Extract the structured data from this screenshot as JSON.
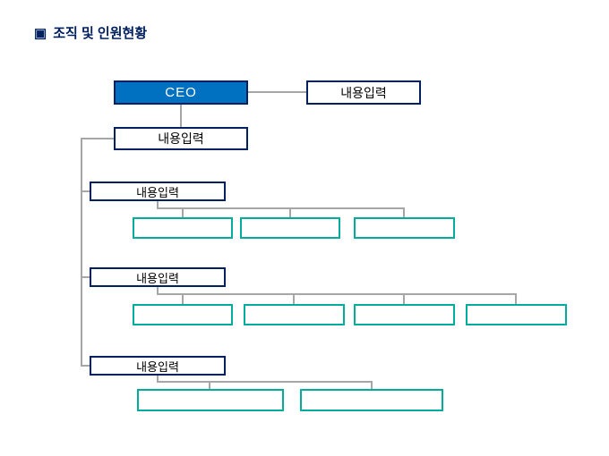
{
  "title": {
    "bullet": "▣",
    "text": "조직 및 인원현황"
  },
  "colors": {
    "navy": "#002060",
    "blue": "#0070C0",
    "teal": "#00AC9E",
    "line": "#A6A6A6",
    "background": "#FFFFFF"
  },
  "orgchart": {
    "ceo": {
      "label": "CEO"
    },
    "side": {
      "label": "내용입력"
    },
    "head": {
      "label": "내용입력"
    },
    "departments": [
      {
        "label": "내용입력",
        "children": [
          "",
          "",
          ""
        ]
      },
      {
        "label": "내용입력",
        "children": [
          "",
          "",
          "",
          ""
        ]
      },
      {
        "label": "내용입력",
        "children": [
          "",
          ""
        ]
      }
    ]
  }
}
